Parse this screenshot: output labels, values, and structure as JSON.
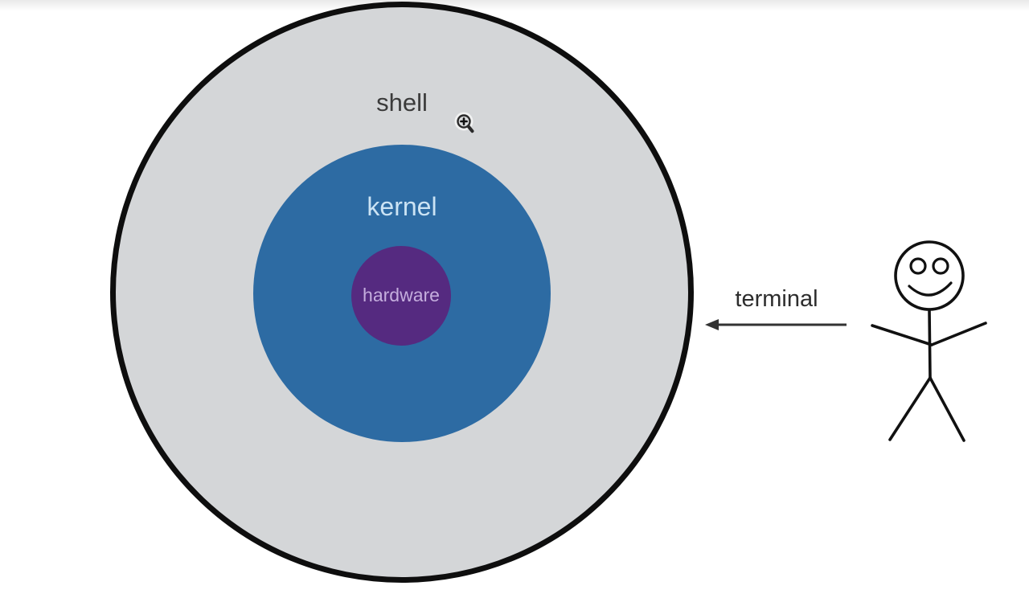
{
  "diagram": {
    "rings": [
      {
        "id": "shell",
        "label": "shell",
        "fill": "#d4d6d8",
        "stroke": "#0e0e0e",
        "text_color": "#3b3b3b"
      },
      {
        "id": "kernel",
        "label": "kernel",
        "fill": "#2d6ba3",
        "text_color": "#cbe3f4"
      },
      {
        "id": "hardware",
        "label": "hardware",
        "fill": "#552a80",
        "text_color": "#c4addd"
      }
    ],
    "arrow": {
      "label": "terminal",
      "direction": "left",
      "color": "#333333"
    },
    "figure": {
      "name": "stick-person",
      "stroke": "#111111"
    },
    "cursor": {
      "name": "zoom-in-cursor",
      "color": "#2a2a2a"
    },
    "background": "#ffffff"
  }
}
